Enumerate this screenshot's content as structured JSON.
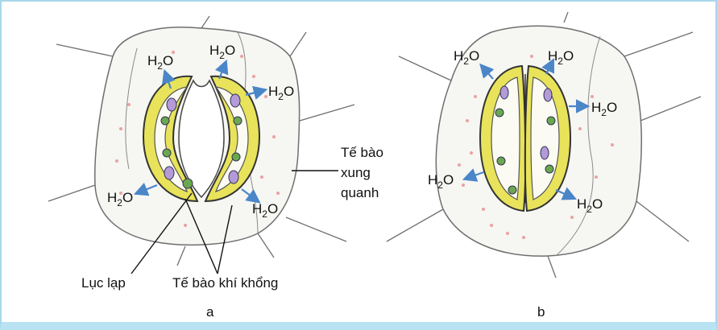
{
  "molecule": {
    "main": "H",
    "sub": "2",
    "tail": "O"
  },
  "labels": {
    "surrounding_cell": [
      "Tế bào",
      "xung",
      "quanh"
    ],
    "chloroplast": "Lục lạp",
    "guard_cell": "Tế bào khí khổng"
  },
  "panels": {
    "a": "a",
    "b": "b"
  },
  "colors": {
    "cell_outline": "#6f6f6f",
    "guard_cell_fill": "#e8e35a",
    "arrow": "#4a86c8",
    "dots": "#e9a2a2"
  }
}
